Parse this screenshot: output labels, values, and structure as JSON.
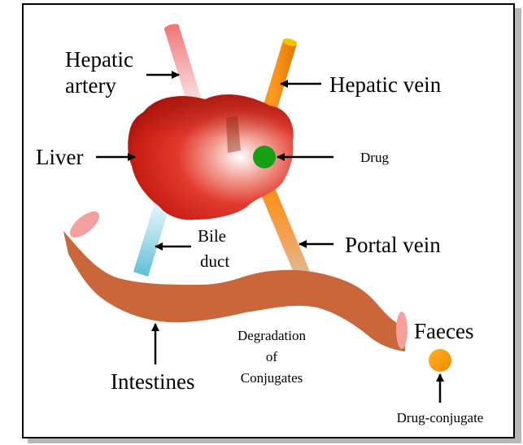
{
  "labels": {
    "hepatic_artery_line1": "Hepatic",
    "hepatic_artery_line2": "artery",
    "hepatic_vein": "Hepatic vein",
    "liver": "Liver",
    "drug": "Drug",
    "bile_duct_line1": "Bile",
    "bile_duct_line2": "duct",
    "portal_vein": "Portal vein",
    "faeces": "Faeces",
    "intestines": "Intestines",
    "degradation_line1": "Degradation",
    "degradation_line2": "of",
    "degradation_line3": "Conjugates",
    "drug_conjugate": "Drug-conjugate"
  },
  "colors": {
    "hepatic_artery": "#f08a8a",
    "hepatic_vein": "#ff8c00",
    "portal_vein": "#ff8c00",
    "bile_duct": "#6cc6dc",
    "liver": "#d42a1e",
    "intestine": "#c9663a",
    "intestine_opening": "#f4a0a0",
    "drug": "#13a113",
    "drug_conjugate": "#f7960f",
    "frame": "#000000"
  }
}
